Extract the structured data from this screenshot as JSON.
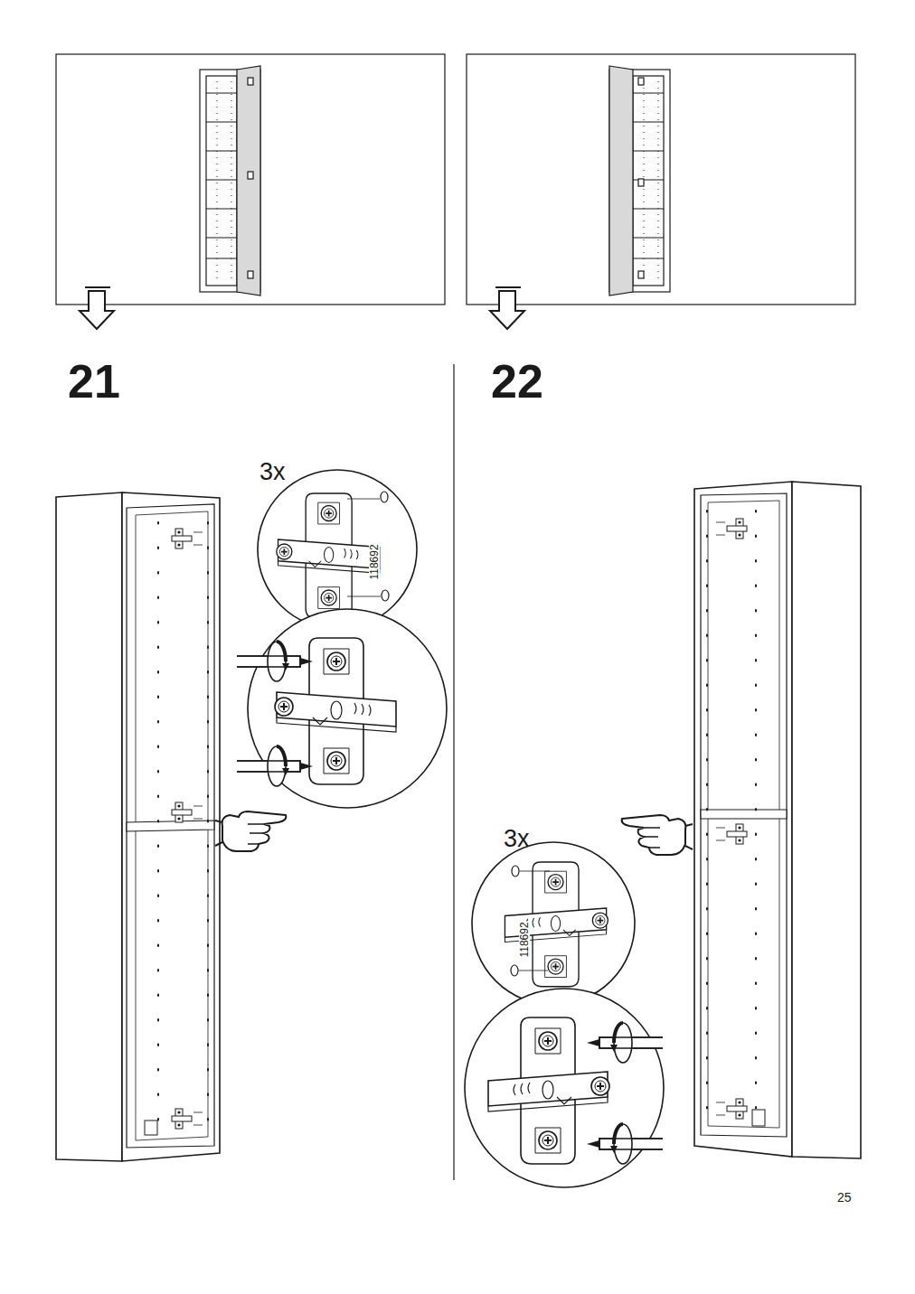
{
  "diagram": {
    "labels": [
      "21",
      "22",
      "3x",
      "118692",
      "3x",
      "118692",
      "25"
    ]
  }
}
